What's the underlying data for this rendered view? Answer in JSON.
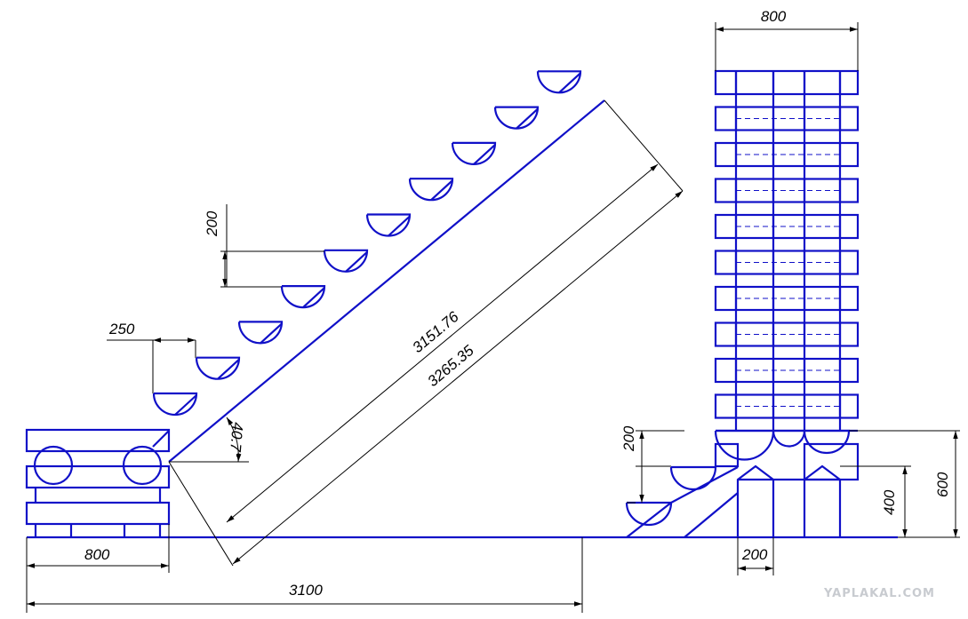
{
  "dimensions": {
    "tower_width": "800",
    "step_rise": "200",
    "step_run": "250",
    "stringer_length": "3151.76",
    "diagonal_length": "3265.35",
    "angle": "40.7°",
    "platform_width": "800",
    "total_length": "3100",
    "lower_step_rise": "200",
    "block_width": "200",
    "block_height": "400",
    "total_height": "600"
  },
  "watermark": "YAPLAKAL.COM",
  "colors": {
    "drawing": "#1010c8",
    "dimension": "#000000"
  }
}
